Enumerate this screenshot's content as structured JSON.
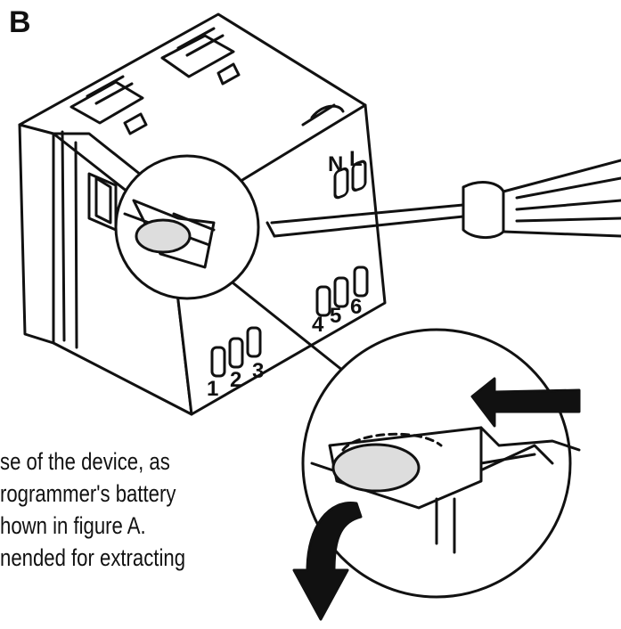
{
  "figure": {
    "label": "B",
    "terminals": {
      "top": [
        "N",
        "L"
      ],
      "right": [
        "4",
        "5",
        "6"
      ],
      "bottom": [
        "1",
        "2",
        "3"
      ]
    },
    "icons": [
      "screwdriver-icon",
      "battery-icon",
      "arrow-icon"
    ]
  },
  "caption": {
    "lines": [
      "se of the device, as",
      "rogrammer's battery",
      "hown in figure A.",
      "nended for extracting"
    ]
  }
}
